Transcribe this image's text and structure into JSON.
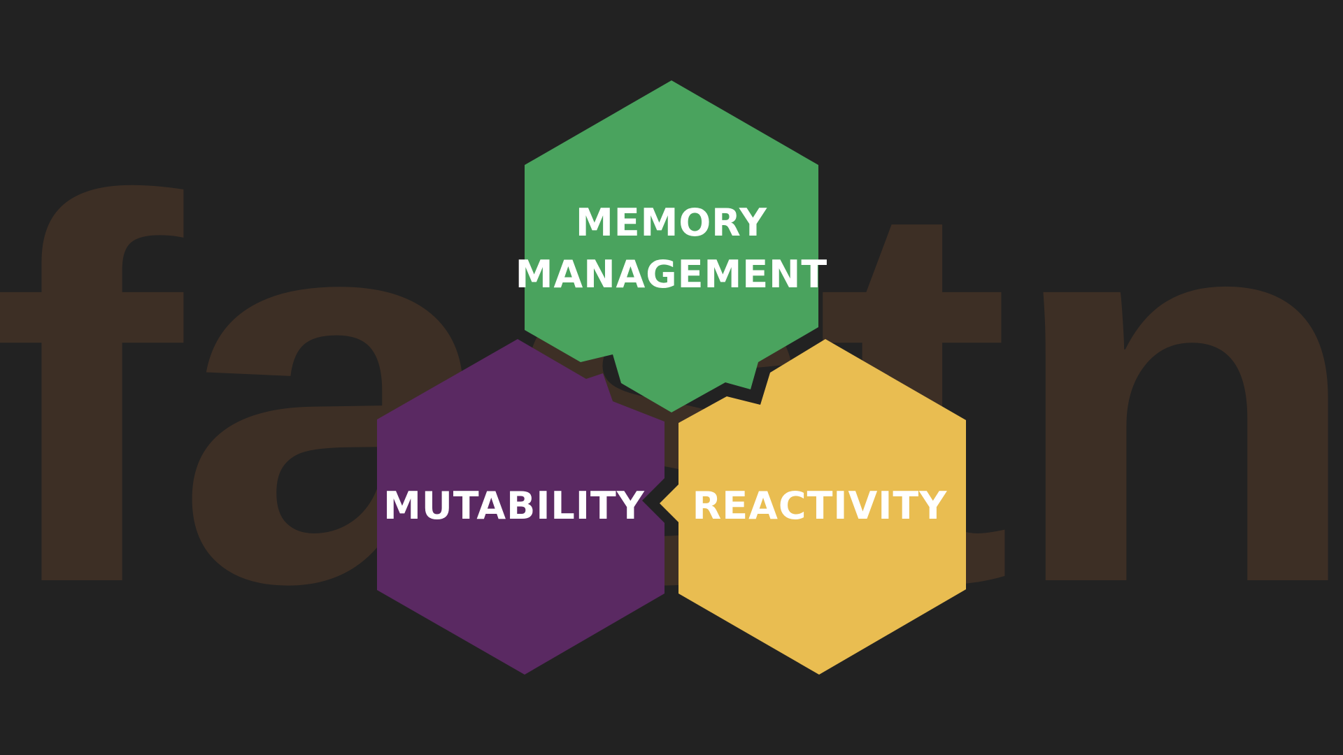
{
  "background": {
    "color": "#222222",
    "watermark_text": "fastn",
    "watermark_color": "#3d2f25"
  },
  "hexagons": {
    "memory": {
      "line1": "MEMORY",
      "line2": "MANAGEMENT",
      "fill": "#4aa35e",
      "text_color": "#ffffff"
    },
    "mutability": {
      "label": "MUTABILITY",
      "fill": "#5a2962",
      "text_color": "#ffffff"
    },
    "reactivity": {
      "label": "REACTIVITY",
      "fill": "#e9bd51",
      "text_color": "#ffffff"
    }
  }
}
